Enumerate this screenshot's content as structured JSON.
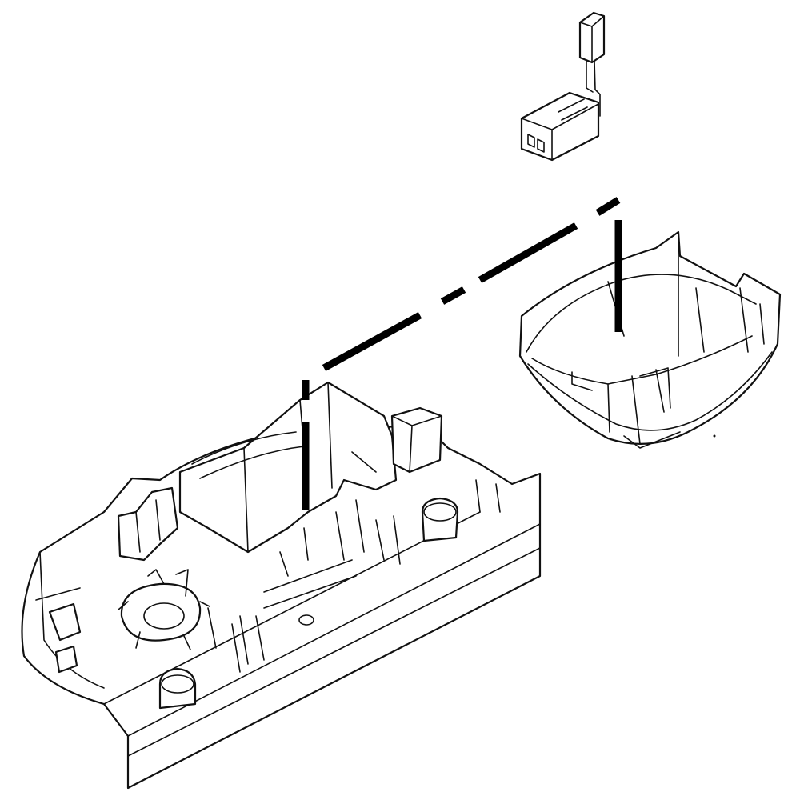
{
  "diagram": {
    "kind": "exploded-parts-view",
    "parts": [
      {
        "id": "switch-sensor",
        "description_icon": "switch-with-wire-lead"
      },
      {
        "id": "dispenser-cup",
        "description_icon": "cup-bracket"
      },
      {
        "id": "control-housing",
        "description_icon": "tray-housing"
      }
    ],
    "guide_lines": [
      "switch-to-cup",
      "cup-to-housing"
    ],
    "colors": {
      "line": "#111111",
      "background": "#ffffff",
      "guide": "#000000"
    }
  }
}
